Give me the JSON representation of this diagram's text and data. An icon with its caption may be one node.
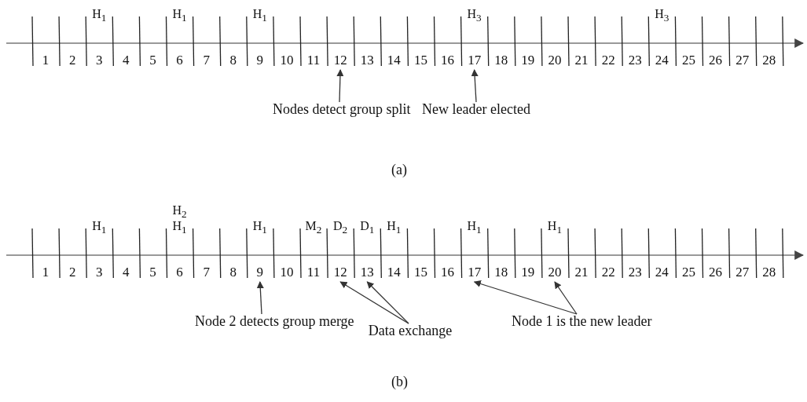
{
  "diagram": {
    "nodes": [
      {
        "text": [
          "Nodes detect group split"
        ]
      },
      {
        "text": [
          "12"
        ]
      },
      {
        "text": [
          "New leader elected"
        ]
      },
      {
        "text": [
          "17"
        ]
      },
      {
        "text": [
          "Node 2 detects group merge"
        ]
      },
      {
        "text": [
          "9"
        ]
      },
      {
        "text": [
          "Data exchange"
        ]
      },
      {
        "text": [
          "12"
        ]
      },
      {
        "text": [
          "13"
        ]
      },
      {
        "text": [
          "Node 1 is the new leader"
        ]
      },
      {
        "text": [
          "17"
        ]
      },
      {
        "text": [
          "20"
        ]
      }
    ],
    "edges": [
      {
        "from": 0,
        "to": 1,
        "arrow": "to"
      },
      {
        "from": 2,
        "to": 3,
        "arrow": "to"
      },
      {
        "from": 4,
        "to": 5,
        "arrow": "to"
      },
      {
        "from": 6,
        "to": 7,
        "arrow": "to"
      },
      {
        "from": 6,
        "to": 8,
        "arrow": "to"
      },
      {
        "from": 9,
        "to": 10,
        "arrow": "to"
      },
      {
        "from": 9,
        "to": 11,
        "arrow": "to"
      }
    ],
    "labels": [
      "H$_{1}$",
      "H$_{1}$",
      "H$_{1}$",
      "H$_{3}$",
      "H$_{3}$",
      "1",
      "2",
      "3",
      "4",
      "5",
      "6",
      "7",
      "8",
      "9",
      "10",
      "11",
      "13",
      "14",
      "15",
      "16",
      "18",
      "19",
      "20",
      "21",
      "22",
      "23",
      "24",
      "25",
      "26",
      "27",
      "28",
      "(a)",
      "H$_{2}$",
      "H$_{1}$",
      "H$_{1}$",
      "H$_{1}$",
      "M$_{2}$",
      "D$_{2}$",
      "D$_{1}$",
      "H$_{1}$",
      "H$_{1}$",
      "H$_{1}$",
      "1",
      "2",
      "3",
      "4",
      "5",
      "6",
      "7",
      "8",
      "10",
      "11",
      "14",
      "15",
      "16",
      "18",
      "19",
      "21",
      "22",
      "23",
      "24",
      "25",
      "26",
      "27",
      "28",
      "(b)"
    ]
  }
}
